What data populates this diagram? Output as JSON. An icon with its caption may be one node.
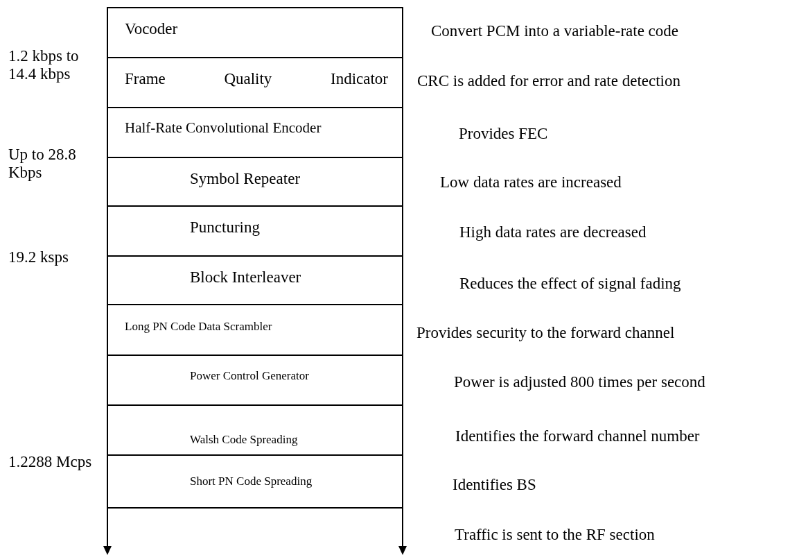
{
  "diagram": {
    "nodes": [
      {
        "text": [
          "Vocoder"
        ],
        "beside": [
          "Convert PCM into a variable-rate code"
        ]
      },
      {
        "text": [
          "Frame Quality Indicator"
        ],
        "beside": [
          "CRC is added for error and rate detection"
        ]
      },
      {
        "text": [
          "Half-Rate Convolutional Encoder"
        ],
        "beside": [
          "Provides FEC"
        ]
      },
      {
        "text": [
          "Symbol Repeater"
        ],
        "beside": [
          "Low data rates are increased"
        ]
      },
      {
        "text": [
          "Puncturing"
        ],
        "beside": [
          "High data rates are decreased"
        ]
      },
      {
        "text": [
          "Block Interleaver"
        ],
        "beside": [
          "Reduces the effect of signal fading"
        ]
      },
      {
        "text": [
          "Long PN Code Data Scrambler"
        ],
        "beside": [
          "Provides security to the forward channel"
        ]
      },
      {
        "text": [
          "Power Control Generator"
        ],
        "beside": [
          "Power is adjusted 800 times per second"
        ]
      },
      {
        "text": [
          "Walsh Code Spreading"
        ],
        "beside": [
          "Identifies the forward channel number"
        ]
      },
      {
        "text": [
          "Short PN Code Spreading"
        ],
        "beside": [
          "Identifies BS"
        ]
      }
    ],
    "edges": [],
    "labels": [
      "1.2 kbps to 14.4 kbps",
      "Up to 28.8 Kbps",
      "19.2 ksps",
      "1.2288 Mcps",
      "Traffic is sent to the RF section"
    ]
  }
}
